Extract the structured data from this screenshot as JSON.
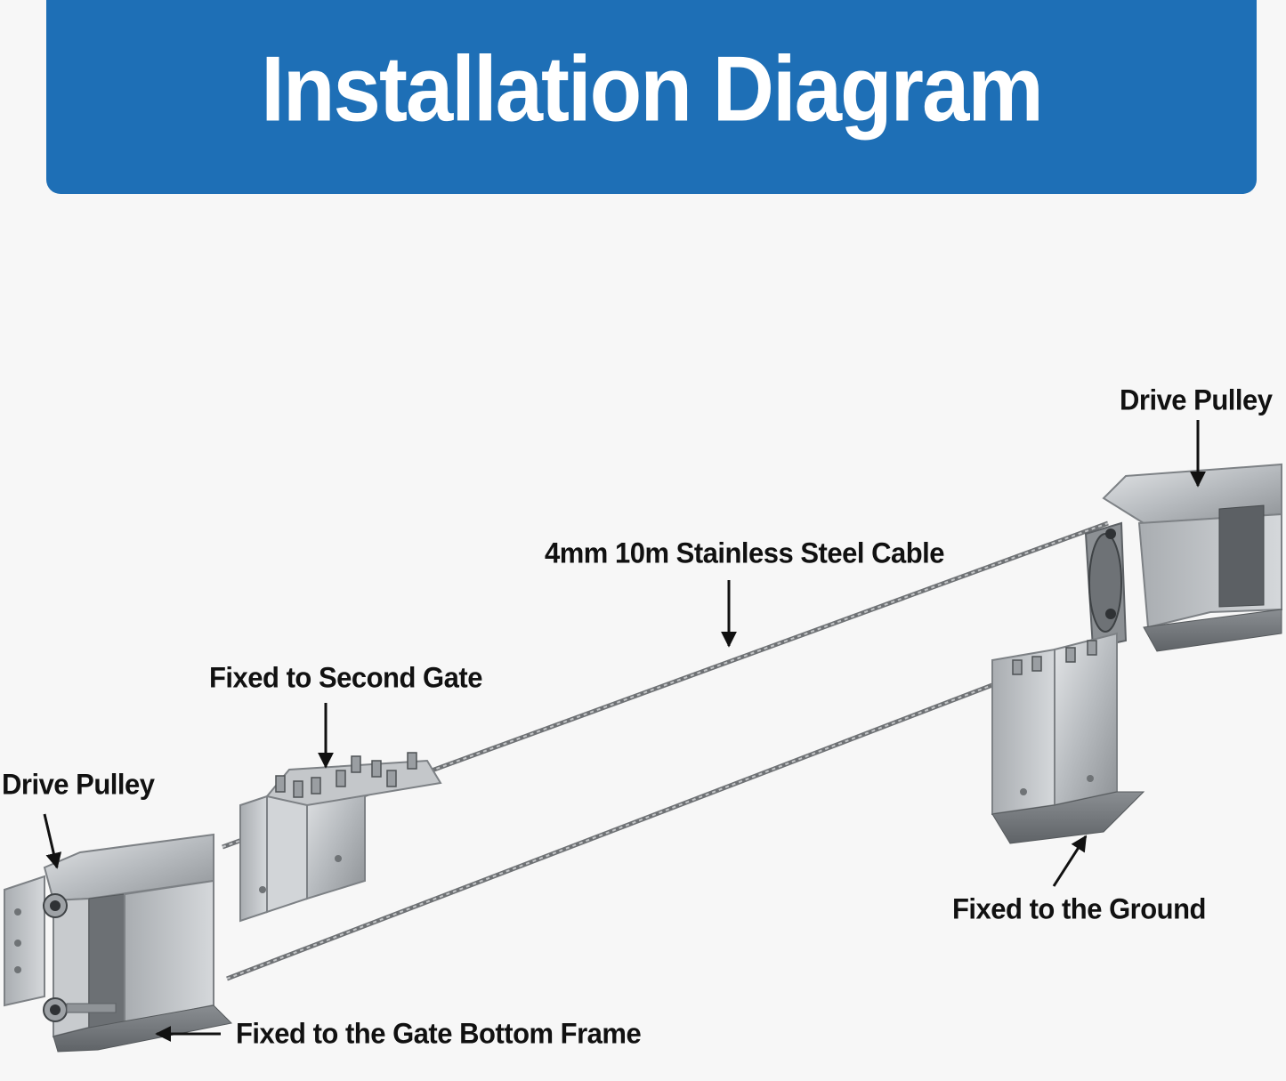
{
  "header": {
    "title": "Installation Diagram"
  },
  "labels": {
    "drive_pulley_right": "Drive Pulley",
    "cable": "4mm 10m Stainless Steel Cable",
    "fixed_second_gate": "Fixed to Second Gate",
    "drive_pulley_left": "Drive Pulley",
    "fixed_ground": "Fixed to the Ground",
    "fixed_gate_bottom": "Fixed to the Gate Bottom Frame"
  },
  "colors": {
    "banner": "#1e6fb6",
    "banner_text": "#ffffff",
    "label_text": "#111111",
    "metal": "#b9bcc0",
    "cable": "#7d7f82"
  }
}
